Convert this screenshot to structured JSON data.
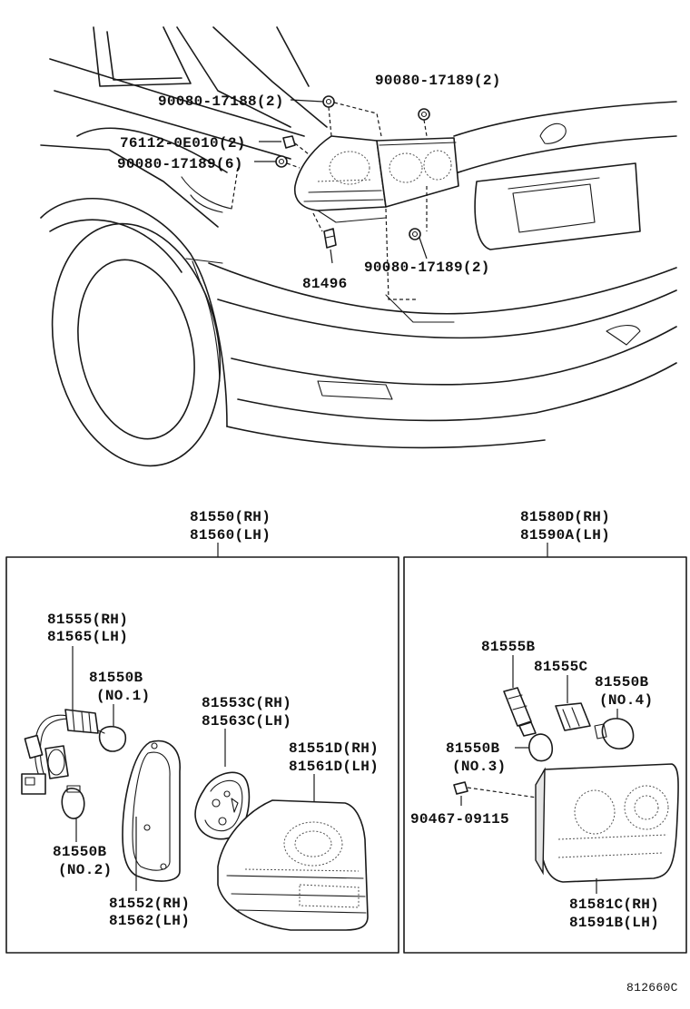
{
  "diagram_code": "812660C",
  "upper_callouts": {
    "p1": "90080-17188(2)",
    "p2": "90080-17189(2)",
    "p3": "76112-0E010(2)",
    "p4": "90080-17189(6)",
    "p5": "81496",
    "p6": "90080-17189(2)"
  },
  "left_group": {
    "title_rh": "81550(RH)",
    "title_lh": "81560(LH)",
    "socket_rh": "81555(RH)",
    "socket_lh": "81565(LH)",
    "bulb_no1": "81550B",
    "bulb_no1_note": "(NO.1)",
    "bulb_no2": "81550B",
    "bulb_no2_note": "(NO.2)",
    "gasket_rh": "81552(RH)",
    "gasket_lh": "81562(LH)",
    "plate_rh": "81553C(RH)",
    "plate_lh": "81563C(LH)",
    "lens_rh": "81551D(RH)",
    "lens_lh": "81561D(LH)"
  },
  "right_group": {
    "title_rh": "81580D(RH)",
    "title_lh": "81590A(LH)",
    "socket_b": "81555B",
    "socket_c": "81555C",
    "bulb_no4": "81550B",
    "bulb_no4_note": "(NO.4)",
    "bulb_no3": "81550B",
    "bulb_no3_note": "(NO.3)",
    "clip": "90467-09115",
    "lens_rh": "81581C(RH)",
    "lens_lh": "81591B(LH)"
  }
}
